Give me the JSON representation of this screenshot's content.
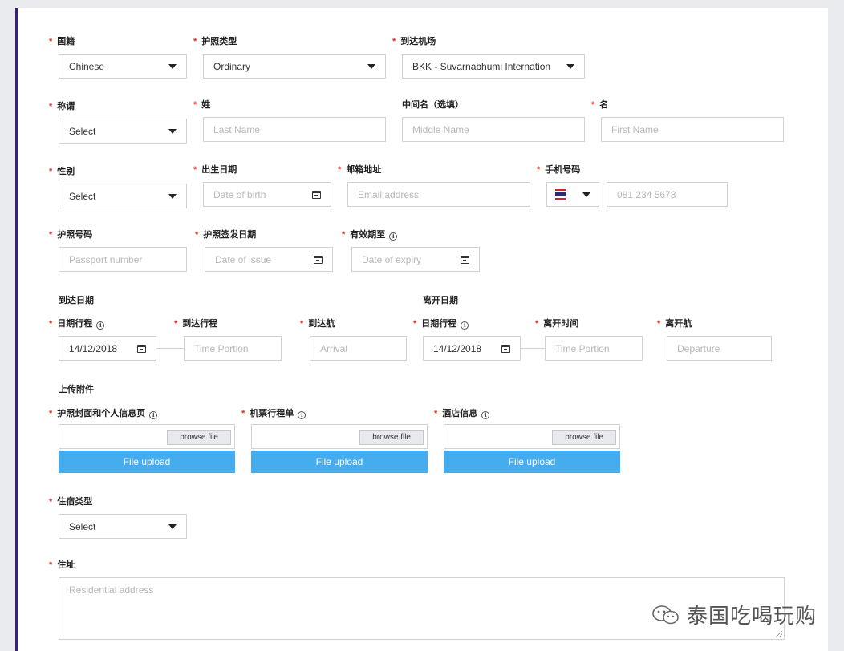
{
  "labels": {
    "nationality": "国籍",
    "passport_type": "护照类型",
    "arrival_airport": "到达机场",
    "title": "称谓",
    "last_name": "姓",
    "middle_name": "中间名（选填）",
    "first_name": "名",
    "gender": "性别",
    "dob": "出生日期",
    "email": "邮箱地址",
    "phone": "手机号码",
    "passport_no": "护照号码",
    "issue_date": "护照签发日期",
    "expiry": "有效期至",
    "arrival_date_section": "到达日期",
    "departure_date_section": "离开日期",
    "arrival_itinerary": "日期行程",
    "arrival_trip": "到达行程",
    "arrival_flight": "到达航",
    "departure_itinerary": "日期行程",
    "departure_time": "离开时间",
    "departure_flight": "离开航",
    "upload_section": "上传附件",
    "passport_page": "护照封面和个人信息页",
    "flight_itinerary": "机票行程单",
    "hotel_info": "酒店信息",
    "accommodation_type": "住宿类型",
    "address": "住址"
  },
  "values": {
    "nationality": "Chinese",
    "passport_type": "Ordinary",
    "arrival_airport": "BKK - Suvarnabhumi Internation",
    "title": "Select",
    "gender": "Select",
    "arrival_date": "14/12/2018",
    "departure_date": "14/12/2018",
    "accommodation_type": "Select"
  },
  "placeholders": {
    "last_name": "Last Name",
    "middle_name": "Middle Name",
    "first_name": "First Name",
    "dob": "Date of birth",
    "email": "Email address",
    "phone": "081 234 5678",
    "passport_no": "Passport number",
    "issue_date": "Date of issue",
    "expiry": "Date of expiry",
    "arrival_time": "Time Portion",
    "arrival_flight": "Arrival",
    "departure_time": "Time Portion",
    "departure_flight": "Departure",
    "address": "Residential address"
  },
  "buttons": {
    "browse": "browse file",
    "upload": "File upload"
  },
  "required_mark": "*",
  "info_mark": "i",
  "icons": {
    "dropdown": "caret-down-icon",
    "date": "calendar-icon",
    "info": "info-icon",
    "flag": "thailand-flag-icon"
  },
  "colors": {
    "required": "#d9312b",
    "upload_button": "#45acf0",
    "accent_border": "#3b1f7d",
    "flag_red": "#d0232f",
    "flag_blue": "#2a2e6d"
  },
  "watermark": "泰国吃喝玩购"
}
